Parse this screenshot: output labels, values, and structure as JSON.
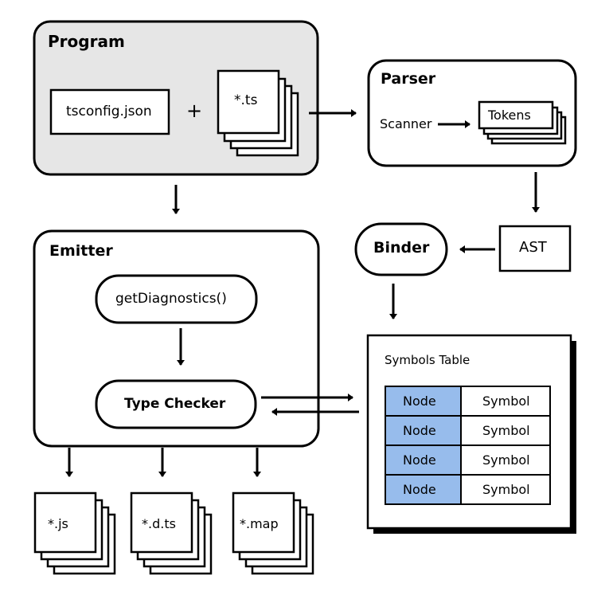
{
  "program": {
    "title": "Program",
    "tsconfig_label": "tsconfig.json",
    "plus_label": "+",
    "ts_files_label": "*.ts"
  },
  "parser": {
    "title": "Parser",
    "scanner_label": "Scanner",
    "tokens_label": "Tokens"
  },
  "ast_label": "AST",
  "binder_label": "Binder",
  "emitter": {
    "title": "Emitter",
    "get_diagnostics_label": "getDiagnostics()",
    "type_checker_label": "Type Checker"
  },
  "symbols_table": {
    "title": "Symbols Table",
    "rows": [
      {
        "node": "Node",
        "symbol": "Symbol"
      },
      {
        "node": "Node",
        "symbol": "Symbol"
      },
      {
        "node": "Node",
        "symbol": "Symbol"
      },
      {
        "node": "Node",
        "symbol": "Symbol"
      }
    ]
  },
  "outputs": {
    "js_label": "*.js",
    "dts_label": "*.d.ts",
    "map_label": "*.map"
  },
  "colors": {
    "program_fill": "#e6e6e6",
    "node_cell_fill": "#97bcec",
    "stroke": "#000000"
  }
}
